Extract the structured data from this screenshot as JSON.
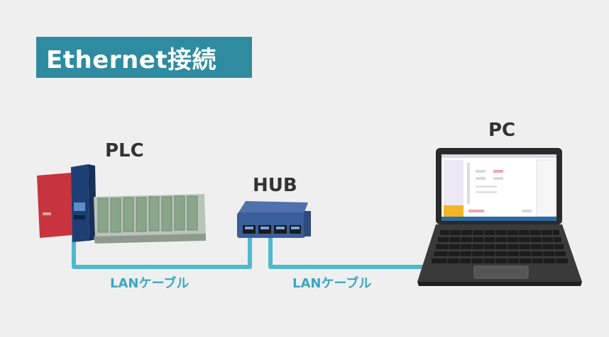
{
  "title": "Ethernet接続",
  "devices": {
    "plc": "PLC",
    "hub": "HUB",
    "pc": "PC"
  },
  "cables": {
    "left": "LANケーブル",
    "right": "LANケーブル"
  },
  "colors": {
    "title_bg": "#2f8ba0",
    "cable": "#4fb8cf",
    "cable_label": "#3aa7c2",
    "plc_red": "#c7343d",
    "hub_blue": "#3b5e9a"
  }
}
